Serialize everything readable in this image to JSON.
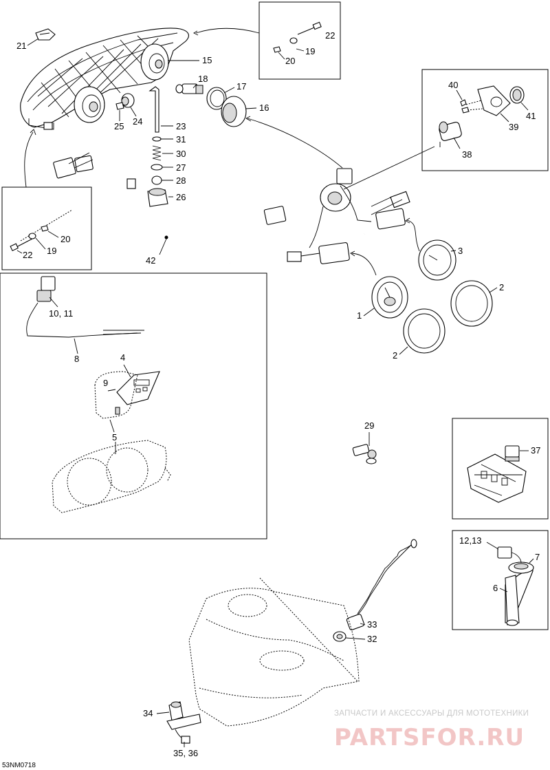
{
  "diagram": {
    "drawing_code": "53NM0718",
    "watermark": {
      "caption": "ЗАПЧАСТИ И АКСЕССУАРЫ ДЛЯ МОТОТЕХНИКИ",
      "brand": "PARTSFOR.RU"
    },
    "callouts": [
      {
        "id": "c21",
        "text": "21"
      },
      {
        "id": "c22a",
        "text": "22"
      },
      {
        "id": "c19a",
        "text": "19"
      },
      {
        "id": "c20a",
        "text": "20"
      },
      {
        "id": "c15",
        "text": "15"
      },
      {
        "id": "c18",
        "text": "18"
      },
      {
        "id": "c17",
        "text": "17"
      },
      {
        "id": "c16",
        "text": "16"
      },
      {
        "id": "c25",
        "text": "25"
      },
      {
        "id": "c24",
        "text": "24"
      },
      {
        "id": "c23",
        "text": "23"
      },
      {
        "id": "c31",
        "text": "31"
      },
      {
        "id": "c30",
        "text": "30"
      },
      {
        "id": "c27",
        "text": "27"
      },
      {
        "id": "c28",
        "text": "28"
      },
      {
        "id": "c26",
        "text": "26"
      },
      {
        "id": "c40",
        "text": "40"
      },
      {
        "id": "c39",
        "text": "39"
      },
      {
        "id": "c41",
        "text": "41"
      },
      {
        "id": "c38",
        "text": "38"
      },
      {
        "id": "c20b",
        "text": "20"
      },
      {
        "id": "c19b",
        "text": "19"
      },
      {
        "id": "c22b",
        "text": "22"
      },
      {
        "id": "c42",
        "text": "42"
      },
      {
        "id": "c3",
        "text": "3"
      },
      {
        "id": "c2a",
        "text": "2"
      },
      {
        "id": "c1",
        "text": "1"
      },
      {
        "id": "c2b",
        "text": "2"
      },
      {
        "id": "c1011",
        "text": "10, 11"
      },
      {
        "id": "c8",
        "text": "8"
      },
      {
        "id": "c4",
        "text": "4"
      },
      {
        "id": "c9",
        "text": "9"
      },
      {
        "id": "c5",
        "text": "5"
      },
      {
        "id": "c29",
        "text": "29"
      },
      {
        "id": "c37",
        "text": "37"
      },
      {
        "id": "c1213",
        "text": "12,13"
      },
      {
        "id": "c7",
        "text": "7"
      },
      {
        "id": "c6",
        "text": "6"
      },
      {
        "id": "c33",
        "text": "33"
      },
      {
        "id": "c32",
        "text": "32"
      },
      {
        "id": "c34",
        "text": "34"
      },
      {
        "id": "c3536",
        "text": "35, 36"
      }
    ]
  }
}
